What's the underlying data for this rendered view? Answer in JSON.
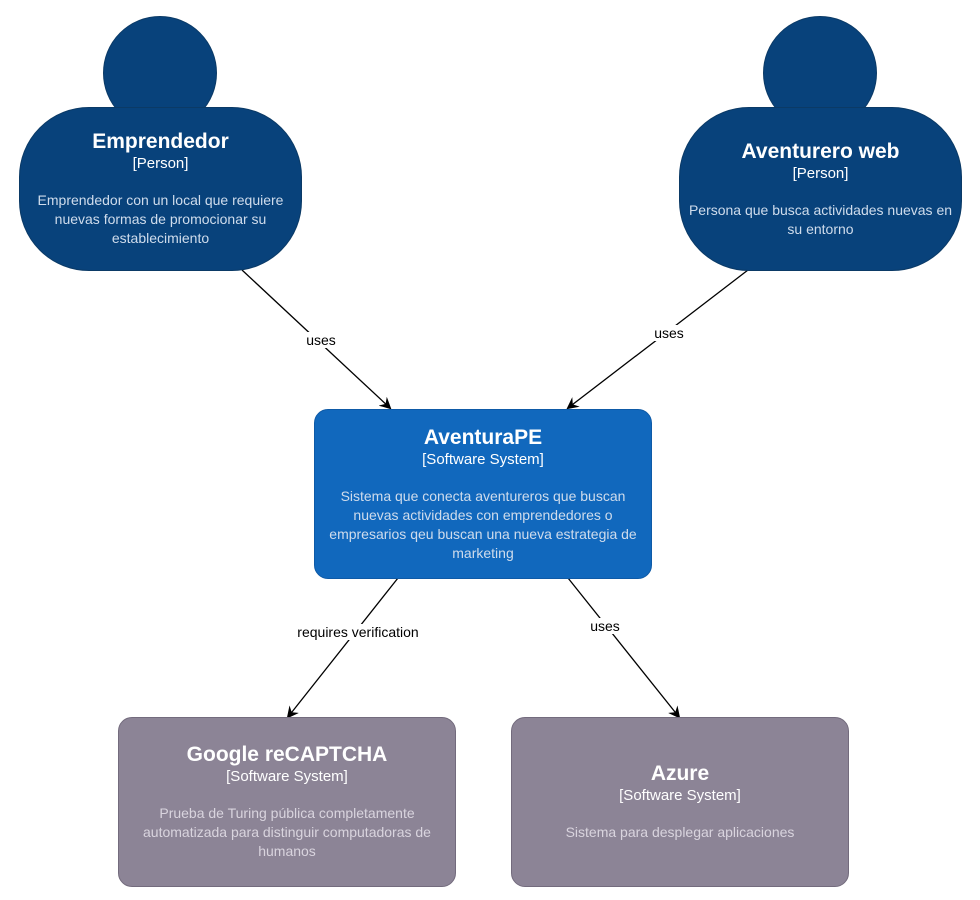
{
  "nodes": {
    "emprendedor": {
      "title": "Emprendedor",
      "stereotype": "[Person]",
      "description": "Emprendedor con un local que requiere nuevas formas de promocionar su establecimiento"
    },
    "aventurero": {
      "title": "Aventurero web",
      "stereotype": "[Person]",
      "description": "Persona que busca actividades nuevas en su entorno"
    },
    "aventurape": {
      "title": "AventuraPE",
      "stereotype": "[Software System]",
      "description": "Sistema que conecta aventureros que buscan nuevas actividades con emprendedores o empresarios qeu buscan una nueva estrategia de marketing"
    },
    "recaptcha": {
      "title": "Google reCAPTCHA",
      "stereotype": "[Software System]",
      "description": "Prueba de Turing pública completamente automatizada para distinguir computadoras de humanos"
    },
    "azure": {
      "title": "Azure",
      "stereotype": "[Software System]",
      "description": "Sistema para desplegar aplicaciones"
    }
  },
  "edges": {
    "emprendedor_to_system": "uses",
    "aventurero_to_system": "uses",
    "system_to_recaptcha": "requires verification",
    "system_to_azure": "uses"
  },
  "colors": {
    "person": "#08427b",
    "system": "#1168bd",
    "external": "#8c8496"
  }
}
